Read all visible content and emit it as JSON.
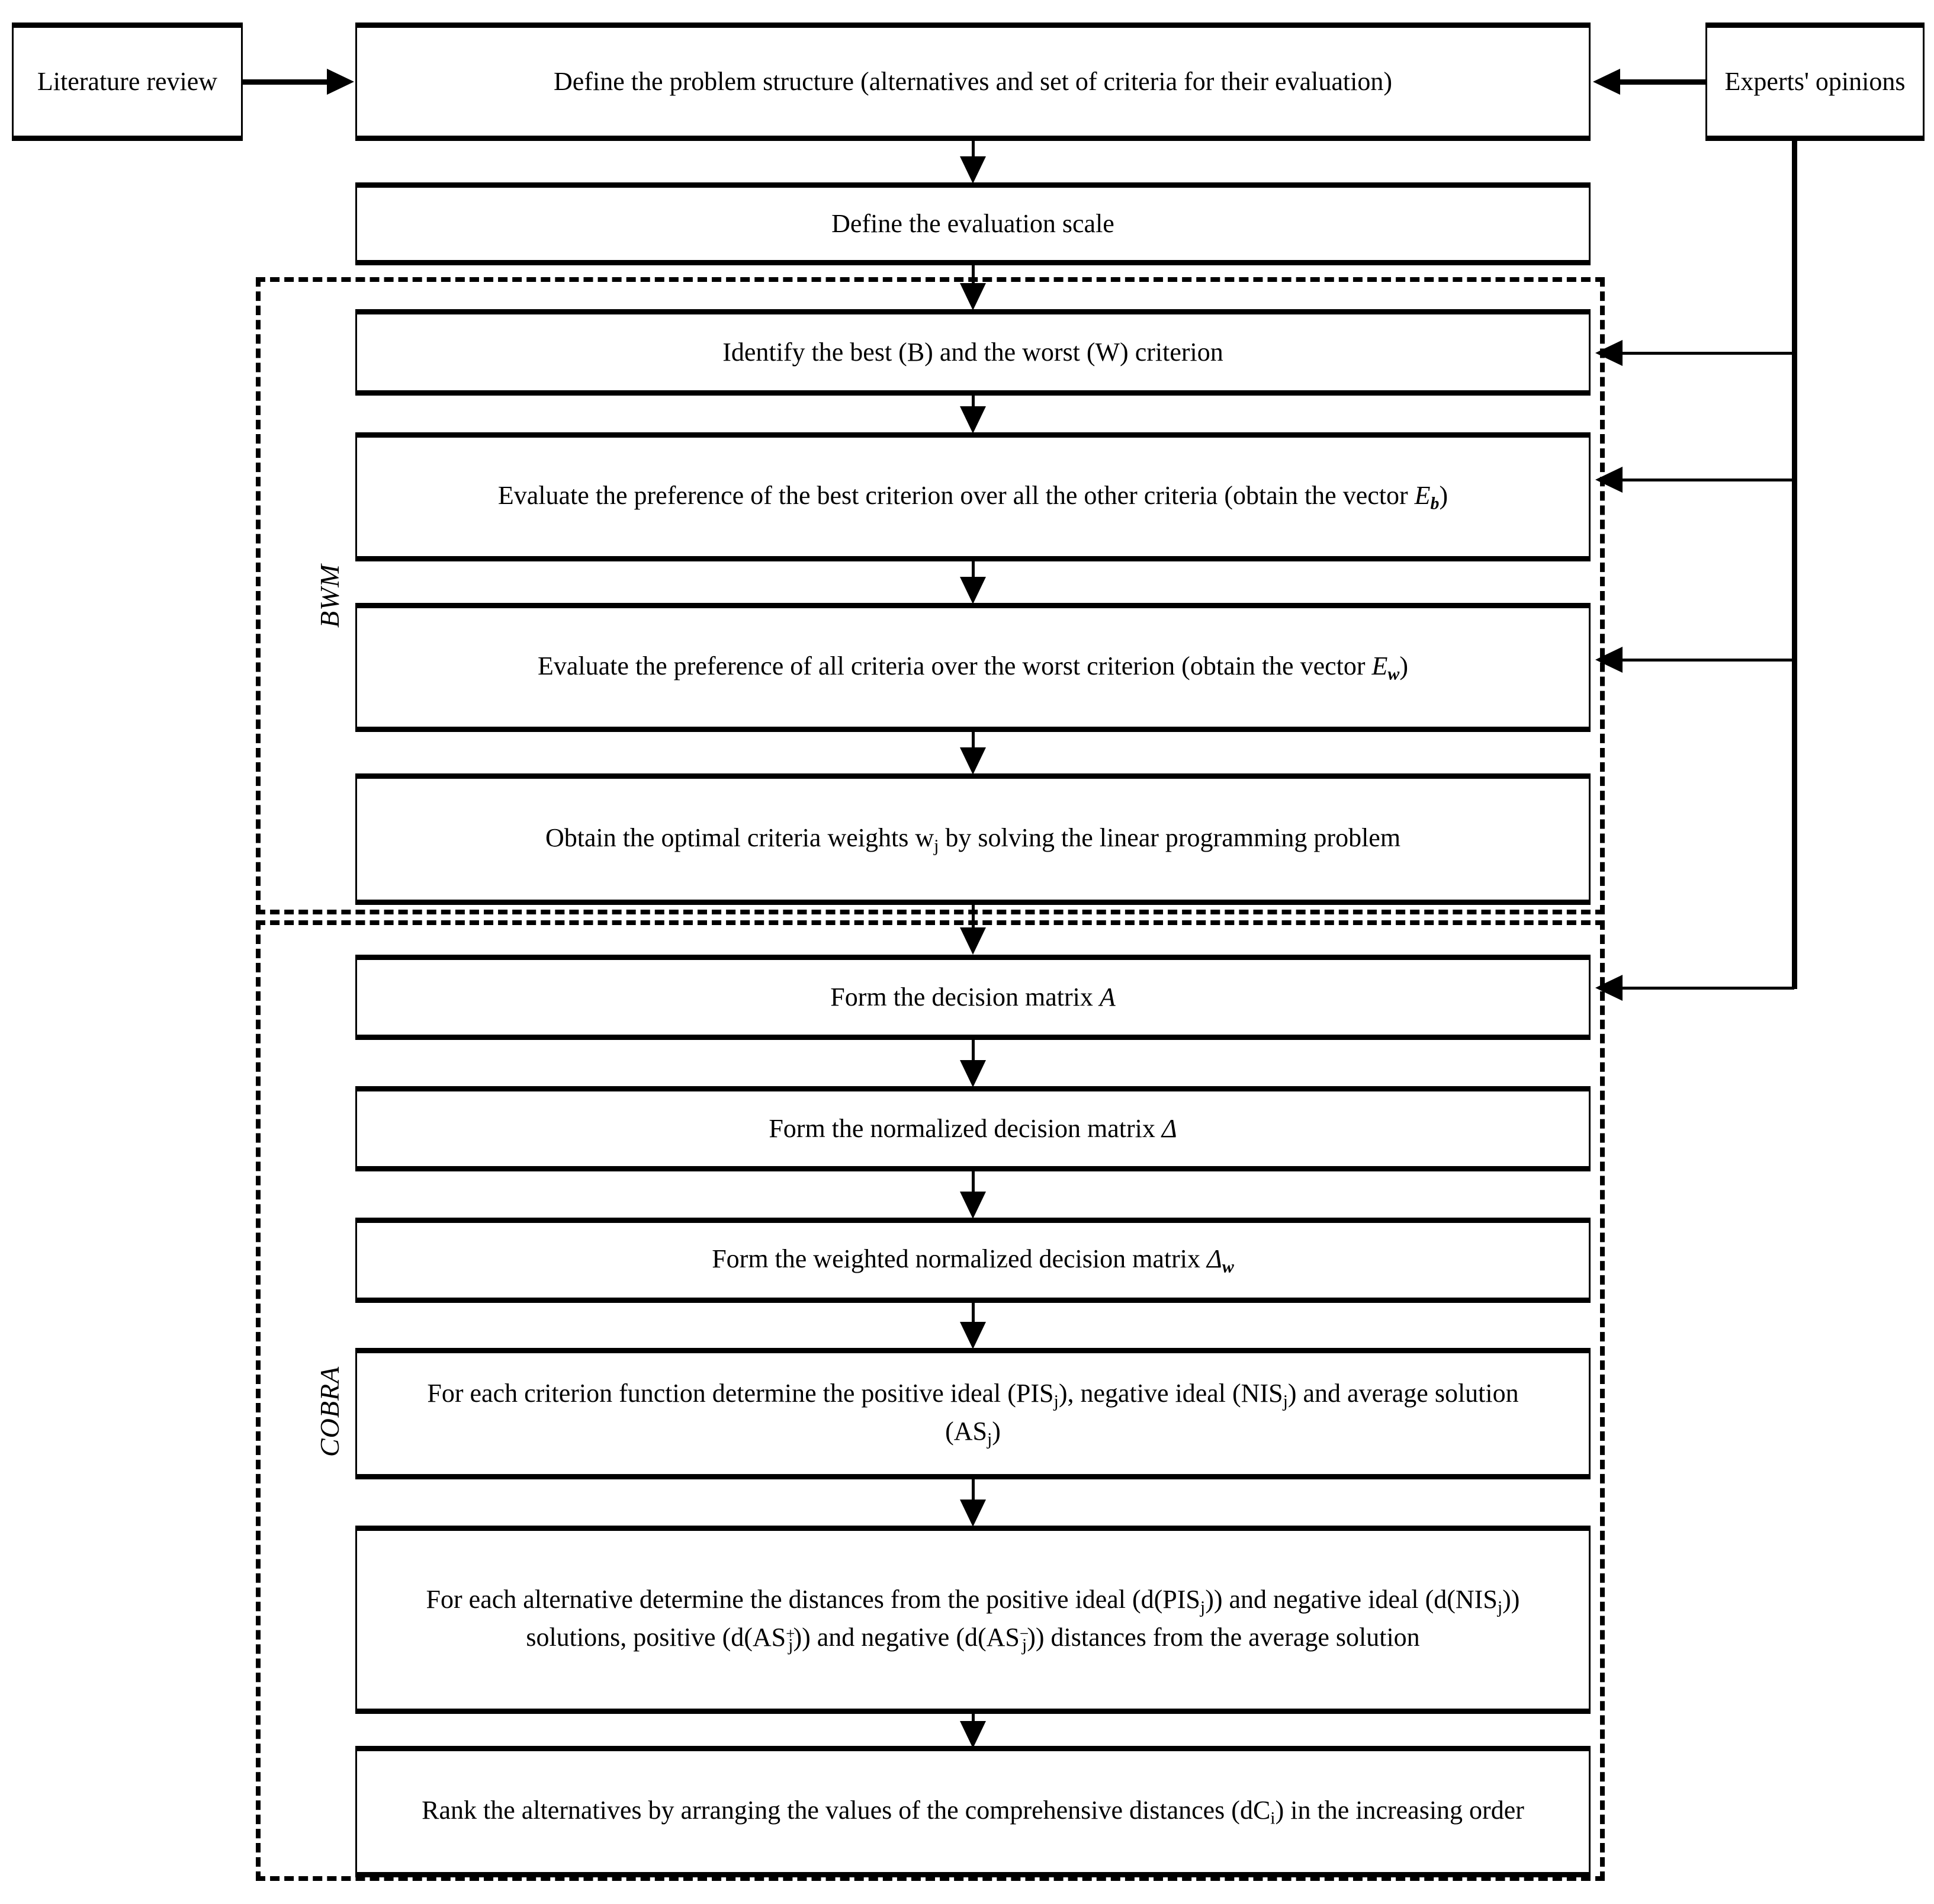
{
  "diagram": {
    "title": "BWM-COBRA methodology flowchart",
    "colors": {
      "stroke": "#000000",
      "fill": "#ffffff",
      "text": "#000000"
    },
    "inputs": {
      "literature_review": "Literature review",
      "experts_opinions": "Experts' opinions"
    },
    "groups": [
      {
        "id": "bwm",
        "label": "BWM"
      },
      {
        "id": "cobra",
        "label": "COBRA"
      }
    ],
    "steps": [
      {
        "id": "define-problem-structure",
        "text": "Define the problem structure (alternatives and set of criteria for their evaluation)"
      },
      {
        "id": "define-evaluation-scale",
        "text": "Define the evaluation scale"
      },
      {
        "id": "identify-best-worst",
        "text": "Identify the best (B) and the worst (W) criterion"
      },
      {
        "id": "evaluate-best-over-others",
        "text_before": "Evaluate the preference of the best criterion over all the other criteria (obtain the vector ",
        "symbol": "E",
        "symbol_sub": "b",
        "text_after": ")"
      },
      {
        "id": "evaluate-all-over-worst",
        "text_before": "Evaluate the preference of all criteria over the worst criterion (obtain the vector ",
        "symbol": "E",
        "symbol_sub": "w",
        "text_after": ")"
      },
      {
        "id": "obtain-optimal-weights",
        "text_before": "Obtain the optimal criteria weights w",
        "symbol_sub": "j",
        "text_after": " by solving the linear programming problem"
      },
      {
        "id": "form-decision-matrix",
        "text_before": "Form the decision matrix ",
        "symbol": "A",
        "text_after": ""
      },
      {
        "id": "form-normalized-decision-matrix",
        "text_before": "Form the normalized decision matrix ",
        "symbol": "Δ",
        "text_after": ""
      },
      {
        "id": "form-weighted-normalized-decision-matrix",
        "text_before": "Form the weighted normalized decision matrix ",
        "symbol": "Δ",
        "symbol_sub": "w",
        "text_after": ""
      },
      {
        "id": "determine-pis-nis-as",
        "segments": [
          {
            "t": "For each criterion function determine the positive ideal (PIS"
          },
          {
            "sub": "j"
          },
          {
            "t": "), negative ideal (NIS"
          },
          {
            "sub": "j"
          },
          {
            "t": ") and average solution (AS"
          },
          {
            "sub": "j"
          },
          {
            "t": ")"
          }
        ]
      },
      {
        "id": "determine-distances",
        "segments": [
          {
            "t": "For each alternative determine the distances from the positive ideal (d(PIS"
          },
          {
            "sub": "j"
          },
          {
            "t": ")) and negative ideal (d(NIS"
          },
          {
            "sub": "j"
          },
          {
            "t": ")) solutions, positive (d(AS"
          },
          {
            "sub": "j",
            "sup": "+"
          },
          {
            "t": ")) and negative (d(AS"
          },
          {
            "sub": "j",
            "sup": "−"
          },
          {
            "t": ")) distances from the average solution"
          }
        ]
      },
      {
        "id": "rank-alternatives",
        "segments": [
          {
            "t": "Rank the alternatives by arranging the values of the comprehensive distances (dC"
          },
          {
            "sub": "i"
          },
          {
            "t": ") in the increasing order"
          }
        ]
      }
    ]
  }
}
